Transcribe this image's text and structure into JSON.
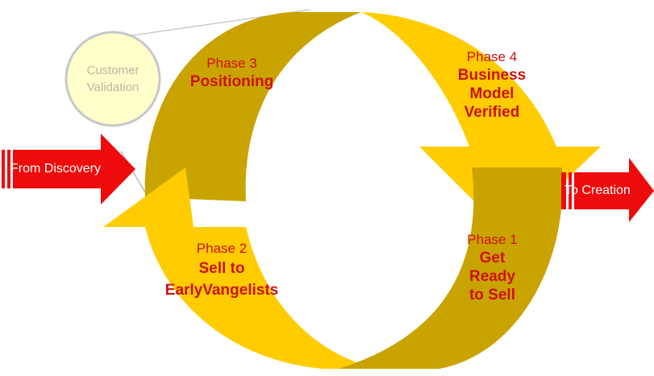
{
  "colors": {
    "dark_gold": "#c9a300",
    "light_gold": "#ffcc00",
    "arrow_red": "#ee0b0b",
    "label_red": "#cc1111",
    "circle_fill": "#ffffcc",
    "circle_border": "#c8c8c8"
  },
  "customer_validation": {
    "line1": "Customer",
    "line2": "Validation"
  },
  "inputs": {
    "from_label": "From Discovery"
  },
  "outputs": {
    "to_label": "To Creation"
  },
  "phases": [
    {
      "number": "Phase 1",
      "title_lines": [
        "Get",
        "Ready",
        "to Sell"
      ]
    },
    {
      "number": "Phase 2",
      "title_lines": [
        "Sell to",
        "EarlyVangelists"
      ]
    },
    {
      "number": "Phase 3",
      "title_lines": [
        "Positioning"
      ]
    },
    {
      "number": "Phase 4",
      "title_lines": [
        "Business",
        "Model",
        "Verified"
      ]
    }
  ]
}
